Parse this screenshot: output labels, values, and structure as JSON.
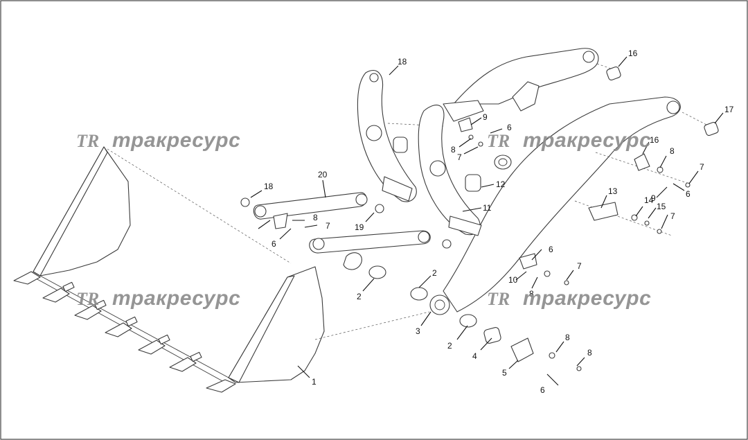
{
  "watermark": {
    "logo": "TR",
    "brand": "тракресурс"
  },
  "callouts": [
    "1",
    "2",
    "2",
    "2",
    "3",
    "4",
    "5",
    "6",
    "6",
    "6",
    "6",
    "6",
    "7",
    "7",
    "7",
    "7",
    "7",
    "8",
    "8",
    "8",
    "8",
    "8",
    "8",
    "9",
    "9",
    "10",
    "11",
    "12",
    "13",
    "14",
    "15",
    "16",
    "16",
    "17",
    "18",
    "18",
    "19",
    "20"
  ]
}
